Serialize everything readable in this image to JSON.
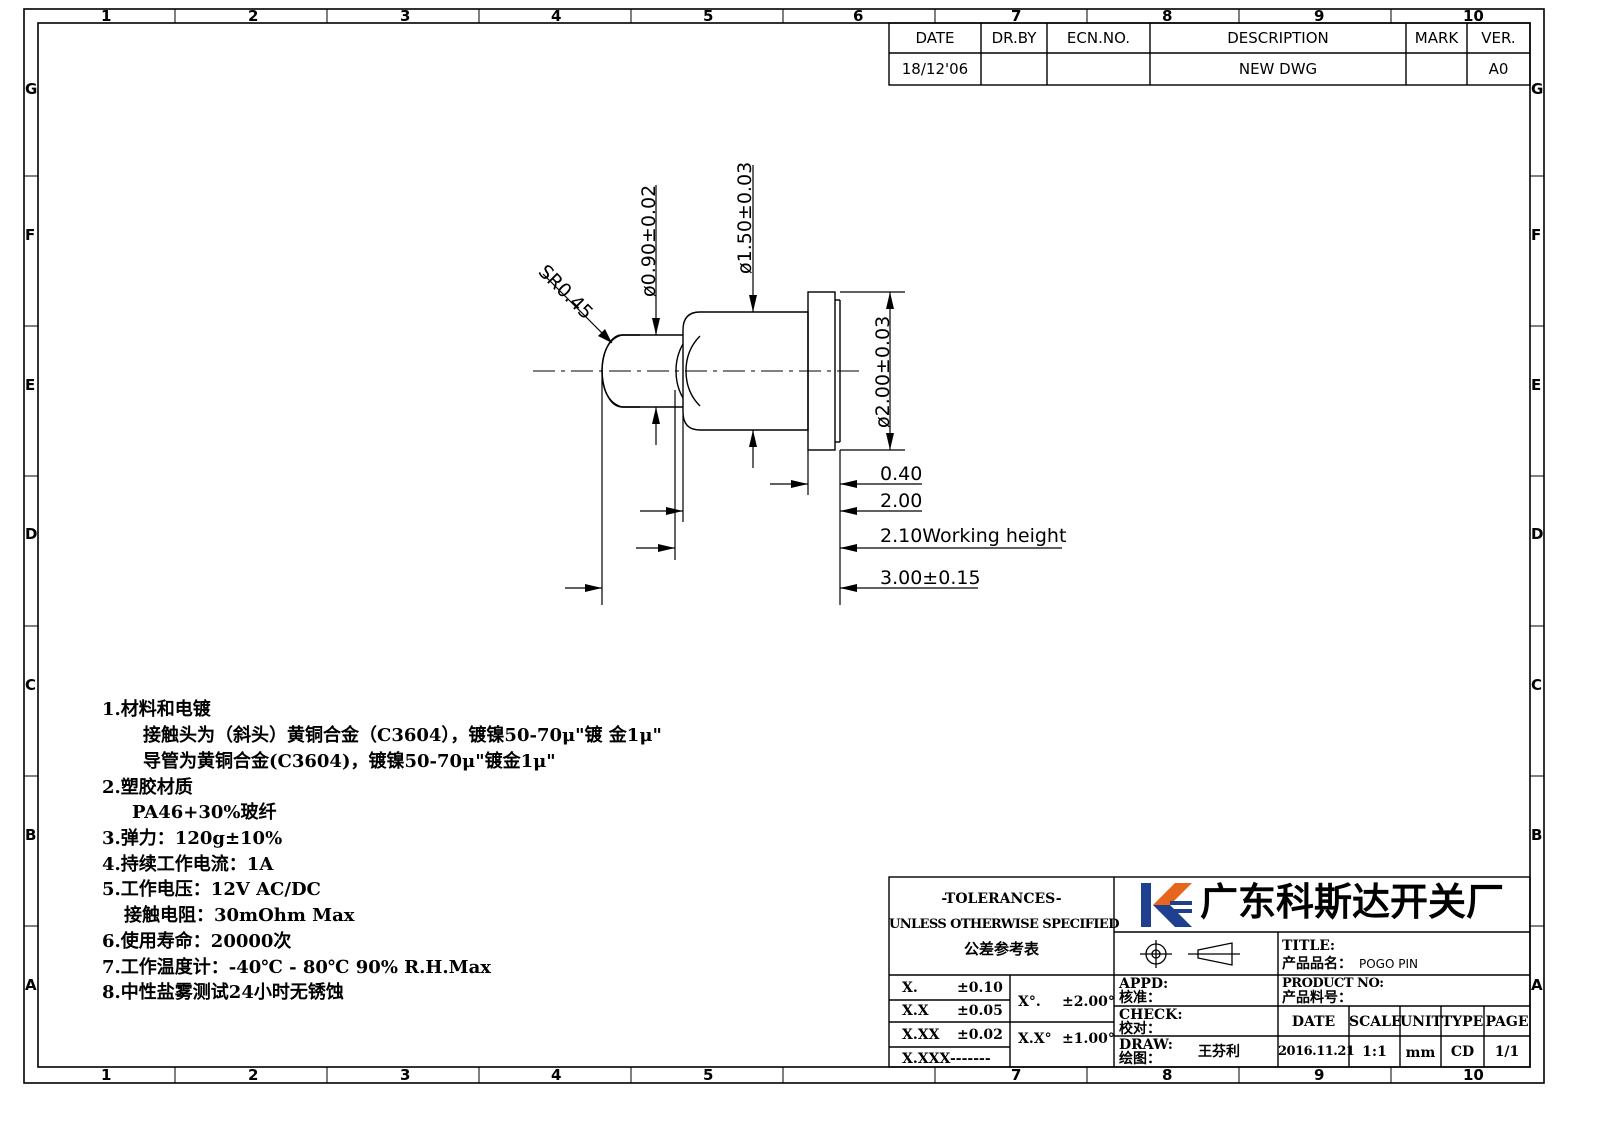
{
  "zones": {
    "columns": [
      "1",
      "2",
      "3",
      "4",
      "5",
      "6",
      "7",
      "8",
      "9",
      "10"
    ],
    "bottom_columns": [
      "1",
      "2",
      "3",
      "4",
      "5",
      "7",
      "8",
      "9",
      "10"
    ],
    "rows": [
      "G",
      "F",
      "E",
      "D",
      "C",
      "B",
      "A"
    ]
  },
  "revision": {
    "headers": [
      "DATE",
      "DR.BY",
      "ECN.NO.",
      "DESCRIPTION",
      "MARK",
      "VER."
    ],
    "row": [
      "18/12'06",
      "",
      "",
      "NEW DWG",
      "",
      "A0"
    ]
  },
  "dimensions": {
    "sr": "SR0.45",
    "d090": "ø0.90±0.02",
    "d150": "ø1.50±0.03",
    "d200": "ø2.00±0.03",
    "l040": "0.40",
    "l200": "2.00",
    "l210": "2.10Working  height",
    "l300": "3.00±0.15"
  },
  "notes": [
    "1.材料和电镀",
    "接触头为（斜头）黄铜合金（C3604），镀镍50-70μ\"镀 金1μ\"",
    "导管为黄铜合金(C3604)，镀镍50-70μ\"镀金1μ\"",
    "2.塑胶材质",
    "PA46+30%玻纤",
    "3.弹力：120g±10%",
    "4.持续工作电流：1A",
    "5.工作电压：12V AC/DC",
    "接触电阻：30mOhm Max",
    "6.使用寿命：20000次",
    "7.工作温度计：-40℃ - 80℃  90% R.H.Max",
    "8.中性盐雾测试24小时无锈蚀"
  ],
  "tolerances": {
    "title": "-TOLERANCES-",
    "subtitle": "UNLESS OTHERWISE SPECIFIED",
    "cn": "公差参考表",
    "rows": [
      {
        "fmt": "X.",
        "val": "±0.10"
      },
      {
        "fmt": "X.X",
        "val": "±0.05"
      },
      {
        "fmt": "X.XX",
        "val": "±0.02"
      },
      {
        "fmt": "X.XXX",
        "val": "-------"
      }
    ],
    "angles": [
      {
        "fmt": "X°.",
        "val": "±2.00°"
      },
      {
        "fmt": "X.X°",
        "val": "±1.00°"
      }
    ]
  },
  "title_block": {
    "company": "广东科斯达开关厂",
    "title_label": "TITLE:",
    "product_name_label": "产品品名：",
    "product_name": "POGO PIN",
    "product_no_label": "PRODUCT NO:",
    "product_code_label": "产品料号：",
    "appd": "APPD:",
    "approve_cn": "核准：",
    "check": "CHECK:",
    "check_cn": "校对：",
    "draw": "DRAW:",
    "draw_cn": "绘图：",
    "drawer": "王芬利",
    "headers": [
      "DATE",
      "SCALE",
      "UNIT",
      "TYPE",
      "PAGE"
    ],
    "values": [
      "2016.11.21",
      "1:1",
      "mm",
      "CD",
      "1/1"
    ]
  },
  "colors": {
    "ink": "#000000",
    "logo_orange": "#e8651e",
    "logo_blue": "#1f3f8f"
  }
}
